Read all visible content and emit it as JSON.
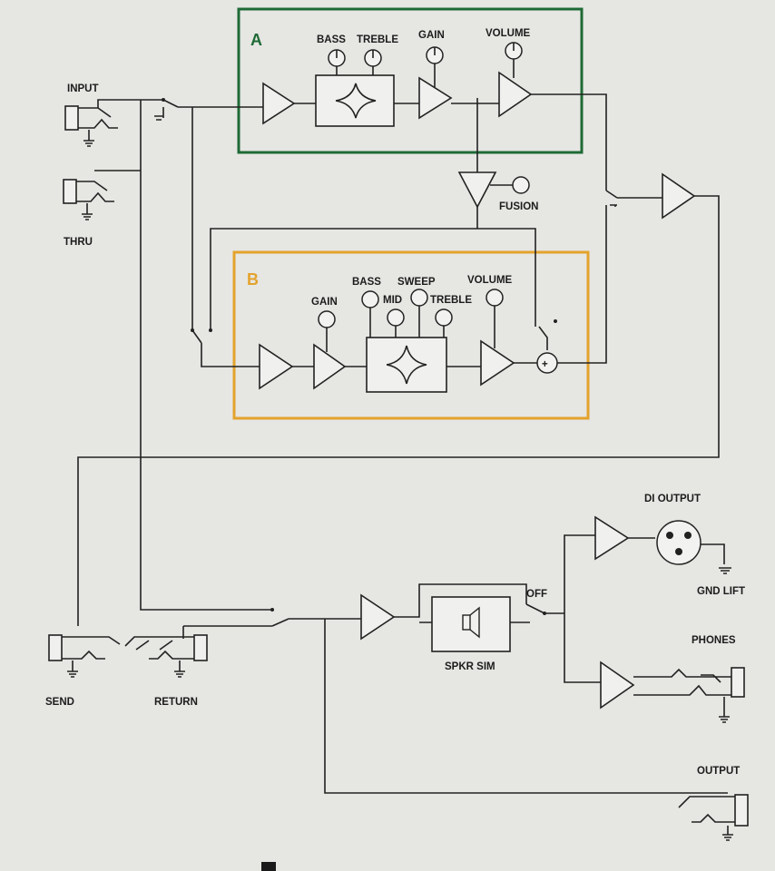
{
  "block_a": {
    "label": "A",
    "color": "#1e6a35"
  },
  "block_b": {
    "label": "B",
    "color": "#e3a32c"
  },
  "labels": {
    "input": "INPUT",
    "thru": "THRU",
    "a_bass": "BASS",
    "a_treble": "TREBLE",
    "a_gain": "GAIN",
    "a_volume": "VOLUME",
    "fusion": "FUSION",
    "b_gain": "GAIN",
    "b_bass": "BASS",
    "b_sweep": "SWEEP",
    "b_mid": "MID",
    "b_treble": "TREBLE",
    "b_volume": "VOLUME",
    "di_output": "DI OUTPUT",
    "gnd_lift": "GND LIFT",
    "off": "OFF",
    "spkr_sim": "SPKR SIM",
    "phones": "PHONES",
    "send": "SEND",
    "return": "RETURN",
    "output": "OUTPUT"
  },
  "symbols": {
    "summer": "+"
  }
}
